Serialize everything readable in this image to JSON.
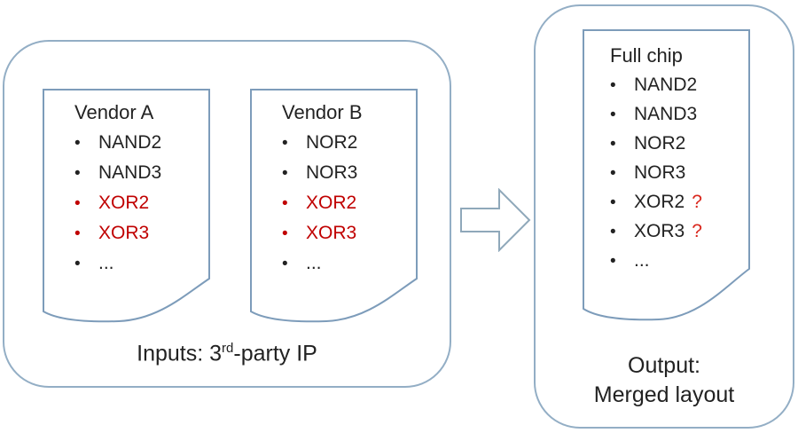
{
  "colors": {
    "panel_border": "#93aec5",
    "document_border": "#7d9cba",
    "arrow_border": "#8fa8ba",
    "text_ink": "#222222",
    "red_cell": "#c00000",
    "red_question": "#d9261c"
  },
  "inputs_panel": {
    "caption_pre": "Inputs: 3",
    "caption_sup": "rd",
    "caption_post": "-party IP",
    "documents": [
      {
        "title": "Vendor A",
        "items": [
          {
            "label": "NAND2",
            "color": "black"
          },
          {
            "label": "NAND3",
            "color": "black"
          },
          {
            "label": "XOR2",
            "color": "red"
          },
          {
            "label": "XOR3",
            "color": "red"
          },
          {
            "label": "...",
            "color": "black"
          }
        ]
      },
      {
        "title": "Vendor B",
        "items": [
          {
            "label": "NOR2",
            "color": "black"
          },
          {
            "label": "NOR3",
            "color": "black"
          },
          {
            "label": "XOR2",
            "color": "red"
          },
          {
            "label": "XOR3",
            "color": "red"
          },
          {
            "label": "...",
            "color": "black"
          }
        ]
      }
    ]
  },
  "arrow": {
    "meaning": "merge-flow-right"
  },
  "output_panel": {
    "caption_line1": "Output:",
    "caption_line2": "Merged layout",
    "document": {
      "title": "Full chip",
      "items": [
        {
          "label": "NAND2",
          "color": "black"
        },
        {
          "label": "NAND3",
          "color": "black"
        },
        {
          "label": "NOR2",
          "color": "black"
        },
        {
          "label": "NOR3",
          "color": "black"
        },
        {
          "label": "XOR2",
          "color": "black",
          "suffix": "?"
        },
        {
          "label": "XOR3",
          "color": "black",
          "suffix": "?"
        },
        {
          "label": "...",
          "color": "black"
        }
      ]
    }
  }
}
